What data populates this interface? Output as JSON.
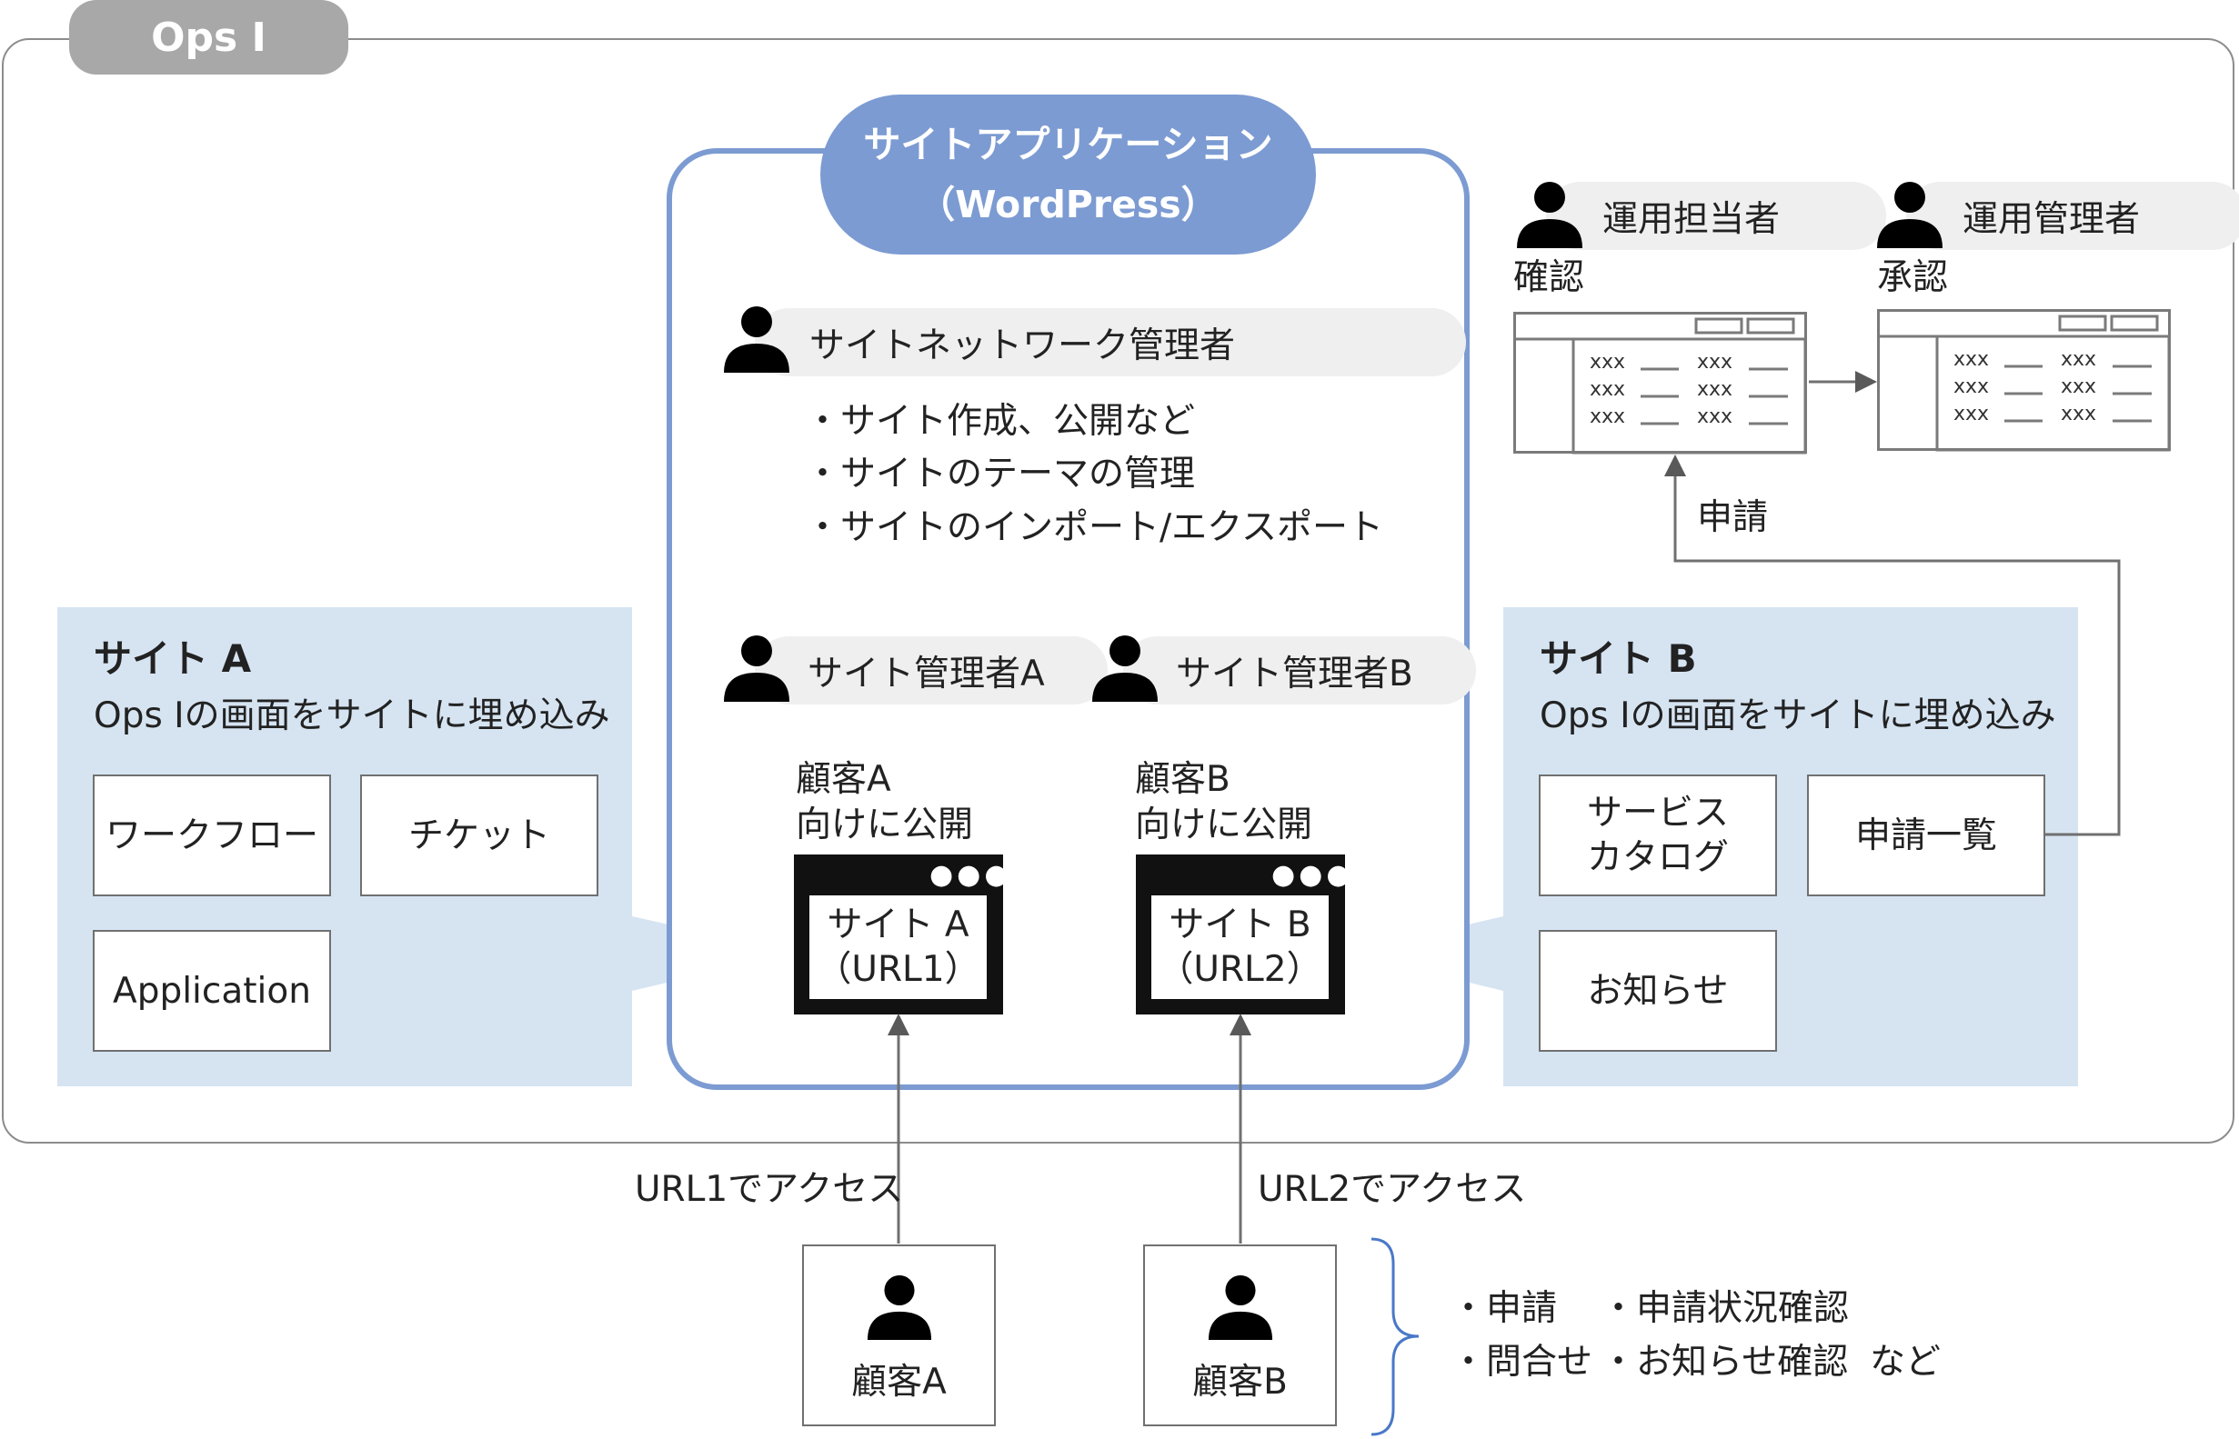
{
  "ops": {
    "title": "Ops I"
  },
  "app": {
    "title_line1": "サイトアプリケーション",
    "title_line2": "（WordPress）"
  },
  "network_admin": {
    "label": "サイトネットワーク管理者",
    "duties": [
      "・サイト作成、公開など",
      "・サイトのテーマの管理",
      "・サイトのインポート/エクスポート"
    ]
  },
  "site_admin_a": {
    "label": "サイト管理者A"
  },
  "site_admin_b": {
    "label": "サイト管理者B"
  },
  "publish_a": {
    "line1": "顧客A",
    "line2": "向けに公開"
  },
  "publish_b": {
    "line1": "顧客B",
    "line2": "向けに公開"
  },
  "screen_a": {
    "line1": "サイト A",
    "line2": "（URL1）"
  },
  "screen_b": {
    "line1": "サイト B",
    "line2": "（URL2）"
  },
  "site_a": {
    "title": "サイト A",
    "subtitle": "Ops Iの画面をサイトに埋め込み",
    "items": {
      "workflow": "ワークフロー",
      "ticket": "チケット",
      "application": "Application"
    }
  },
  "site_b": {
    "title": "サイト B",
    "subtitle": "Ops Iの画面をサイトに埋め込み",
    "items": {
      "catalog_line1": "サービス",
      "catalog_line2": "カタログ",
      "request_list": "申請一覧",
      "news": "お知らせ"
    }
  },
  "operator": {
    "label": "運用担当者",
    "action": "確認"
  },
  "manager": {
    "label": "運用管理者",
    "action": "承認"
  },
  "form_text": "xxx",
  "request_label": "申請",
  "access_a": "URL1でアクセス",
  "access_b": "URL2でアクセス",
  "customer_a": "顧客A",
  "customer_b": "顧客B",
  "customer_actions": {
    "row1_left": "・申請",
    "row1_right": "・申請状況確認",
    "row2_left": "・問合せ",
    "row2_right": "・お知らせ確認",
    "suffix": "など"
  },
  "colors": {
    "app_blue": "#7c9bd2",
    "panel_blue": "#d6e4f2",
    "tab_gray": "#a8a8a8",
    "pill_gray": "#efefef"
  }
}
